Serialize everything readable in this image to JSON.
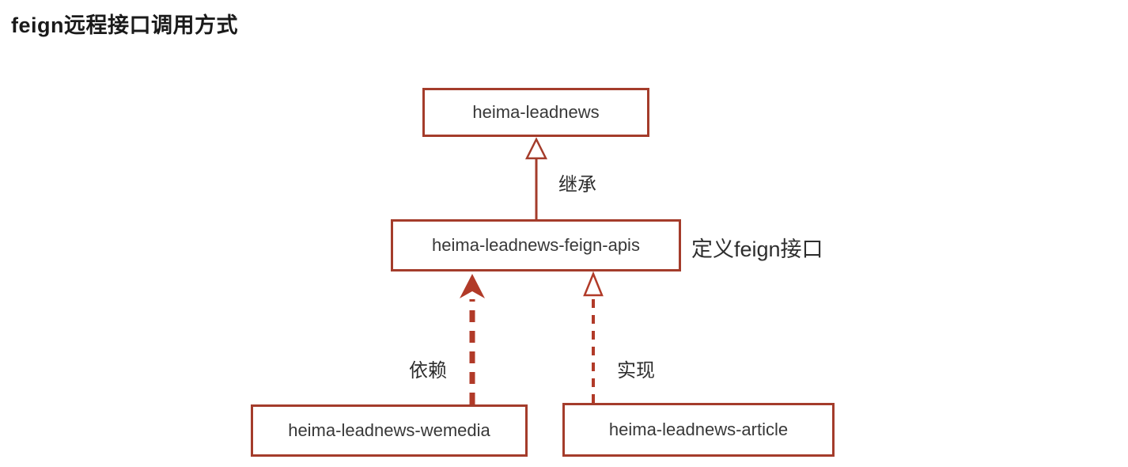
{
  "title": "feign远程接口调用方式",
  "colors": {
    "box_border": "#a43c2b",
    "arrow": "#b13a28",
    "text": "#2e2e2e",
    "title_text": "#1a1a1a"
  },
  "nodes": {
    "root": {
      "label": "heima-leadnews"
    },
    "feign": {
      "label": "heima-leadnews-feign-apis"
    },
    "wemedia": {
      "label": "heima-leadnews-wemedia"
    },
    "article": {
      "label": "heima-leadnews-article"
    }
  },
  "edges": {
    "inherit": {
      "label": "继承",
      "from": "feign",
      "to": "root",
      "line": "solid",
      "arrowhead": "hollow-triangle"
    },
    "depend": {
      "label": "依赖",
      "from": "wemedia",
      "to": "feign",
      "line": "dashed",
      "arrowhead": "solid"
    },
    "realize": {
      "label": "实现",
      "from": "article",
      "to": "feign",
      "line": "dashed",
      "arrowhead": "hollow-triangle"
    }
  },
  "annotations": {
    "feign_note": "定义feign接口"
  }
}
